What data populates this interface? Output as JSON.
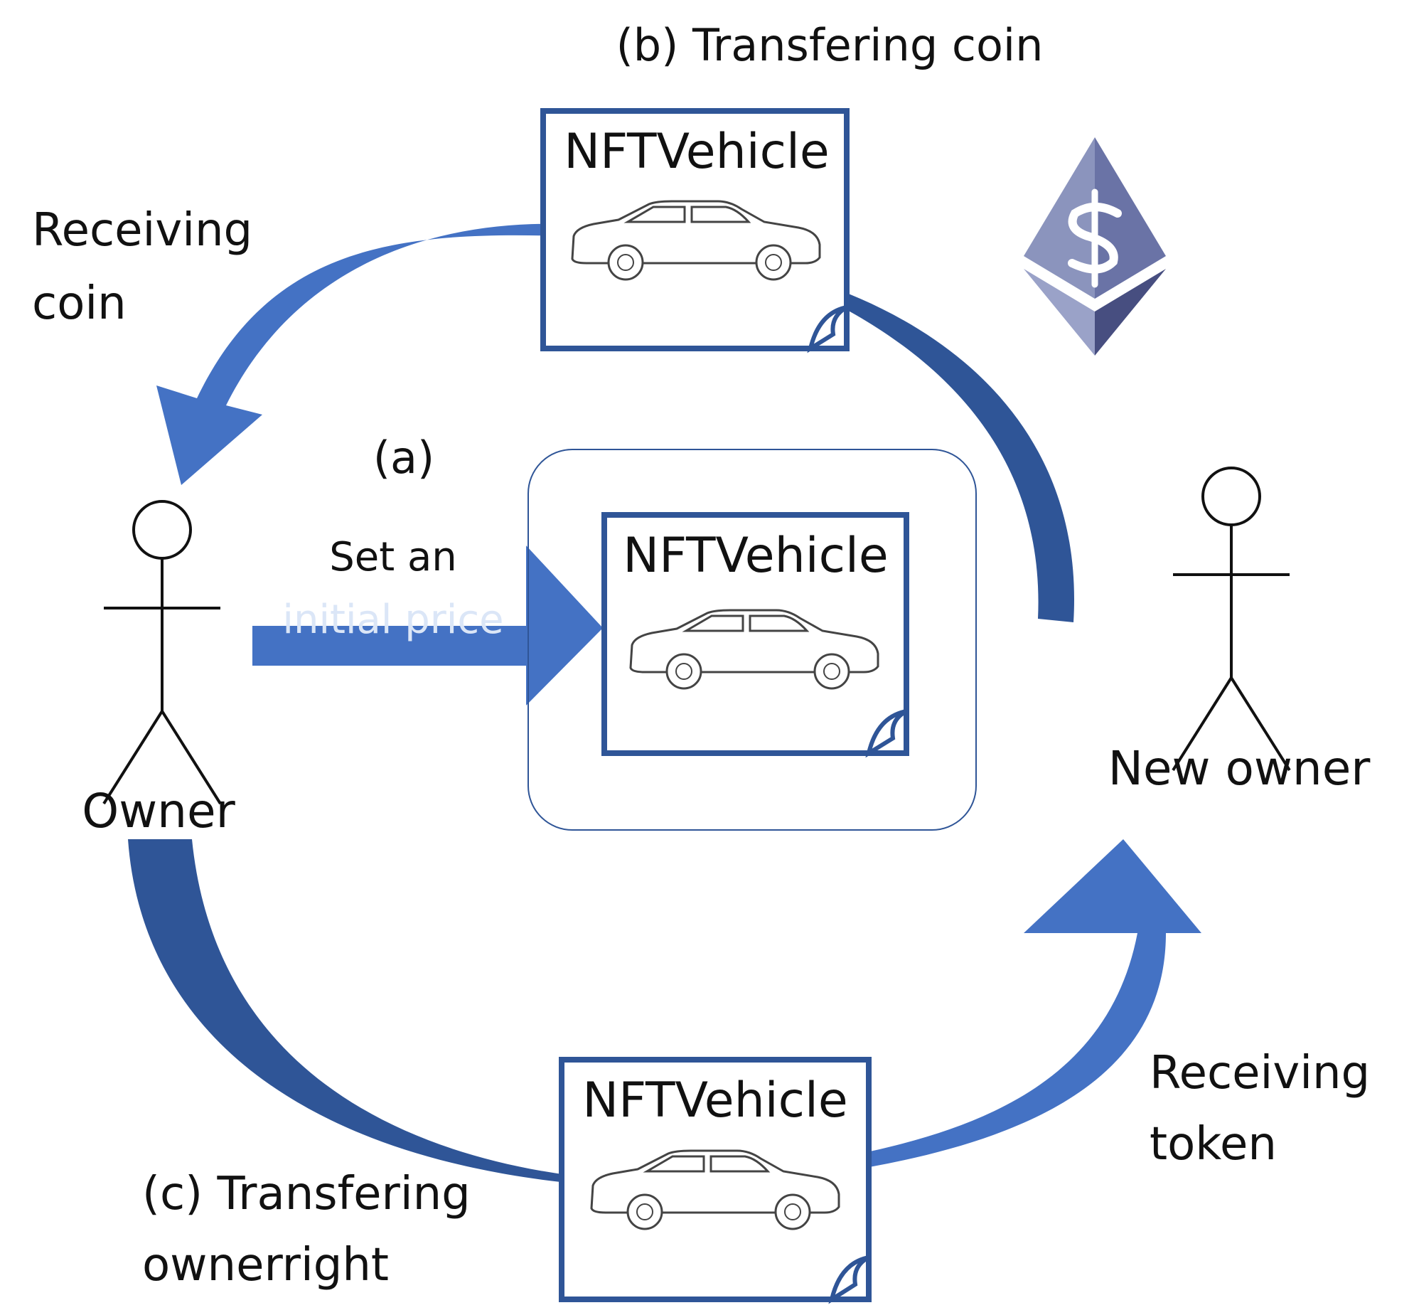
{
  "labels": {
    "transfer_coin": "(b) Transfering coin",
    "receiving_coin_1": "Receiving",
    "receiving_coin_2": "coin",
    "step_a": "(a)",
    "set_price_1": "Set an",
    "set_price_2": "initial price",
    "owner": "Owner",
    "new_owner": "New owner",
    "receiving_token_1": "Receiving",
    "receiving_token_2": "token",
    "transfer_right_1": "(c) Transfering",
    "transfer_right_2": "ownerright"
  },
  "token_label": "NFTVehicle",
  "icons": {
    "coin": "ethereum-dollar-icon",
    "person": "stick-figure-icon",
    "token": "nft-document-icon",
    "vehicle": "car-icon"
  },
  "colors": {
    "arrow_light": "#4472c4",
    "arrow_dark": "#2f5597",
    "doc_border": "#2f5597",
    "panel_border": "#2f5597",
    "text": "#111111",
    "highlight_text": "#dbe6f7",
    "coin_light": "#8b94bd",
    "coin_mid": "#6a73a6",
    "coin_dark": "#474e80"
  }
}
